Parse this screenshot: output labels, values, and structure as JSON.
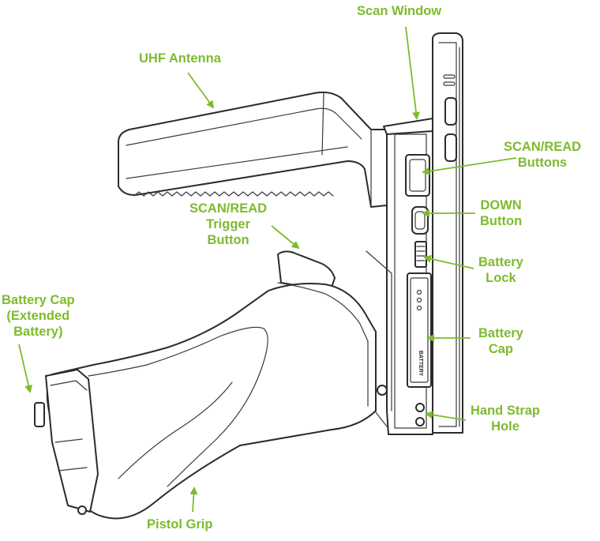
{
  "diagram": {
    "accent_color": "#7dbb2e",
    "line_color": "#2b2b2b",
    "labels": {
      "scan_window": "Scan Window",
      "uhf_antenna": "UHF Antenna",
      "scan_read_buttons": [
        "SCAN/READ",
        "Buttons"
      ],
      "down_button": [
        "DOWN",
        "Button"
      ],
      "scan_read_trigger": [
        "SCAN/READ",
        "Trigger",
        "Button"
      ],
      "battery_lock": [
        "Battery",
        "Lock"
      ],
      "battery_cap_extended": [
        "Battery Cap",
        "(Extended",
        "Battery)"
      ],
      "battery_cap": [
        "Battery",
        "Cap"
      ],
      "hand_strap_hole": [
        "Hand Strap",
        "Hole"
      ],
      "pistol_grip": "Pistol Grip"
    },
    "device_text": {
      "battery_print": "BATTERY"
    }
  }
}
